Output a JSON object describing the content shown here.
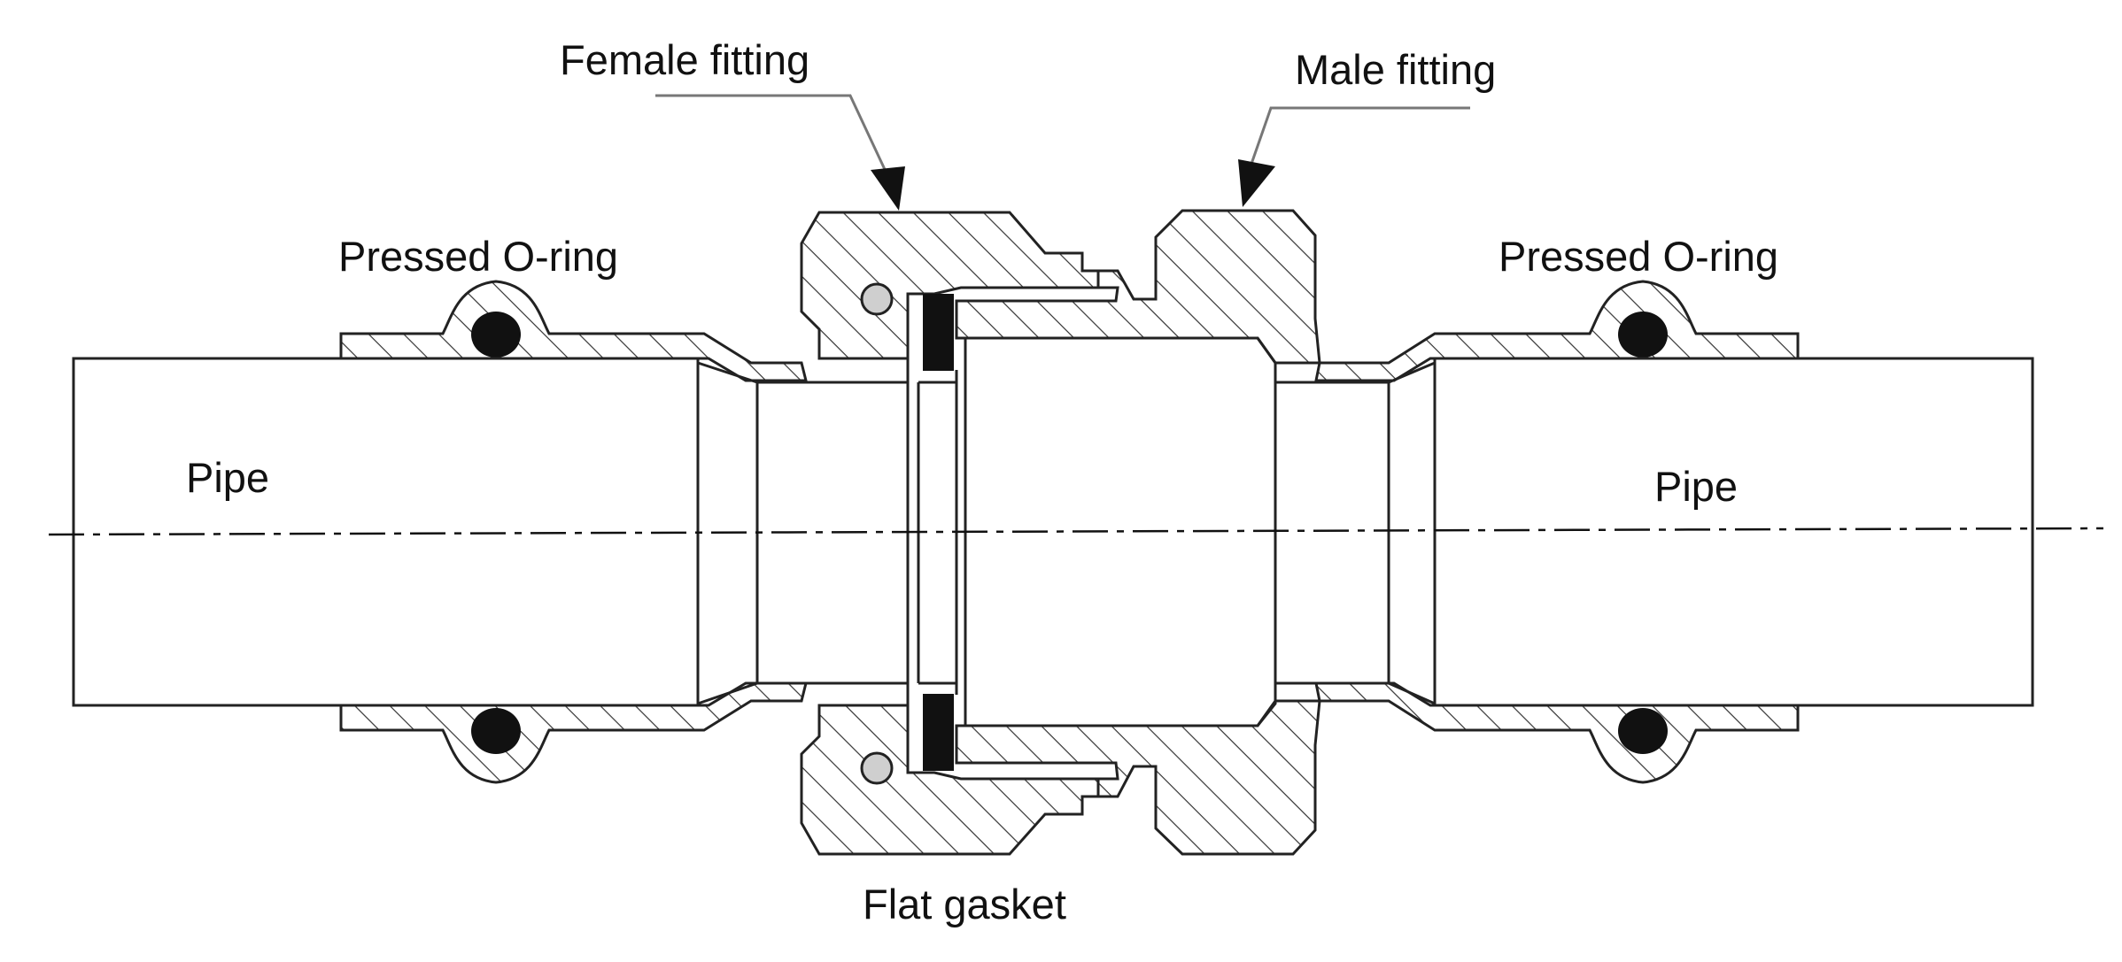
{
  "labels": {
    "female_fitting": "Female fitting",
    "male_fitting": "Male fitting",
    "pressed_oring_left": "Pressed O-ring",
    "pressed_oring_right": "Pressed O-ring",
    "pipe_left": "Pipe",
    "pipe_right": "Pipe",
    "flat_gasket": "Flat gasket"
  },
  "colors": {
    "line": "#222222",
    "seal": "#111111",
    "small_oring": "#cfcfcf",
    "leader": "#777777"
  }
}
